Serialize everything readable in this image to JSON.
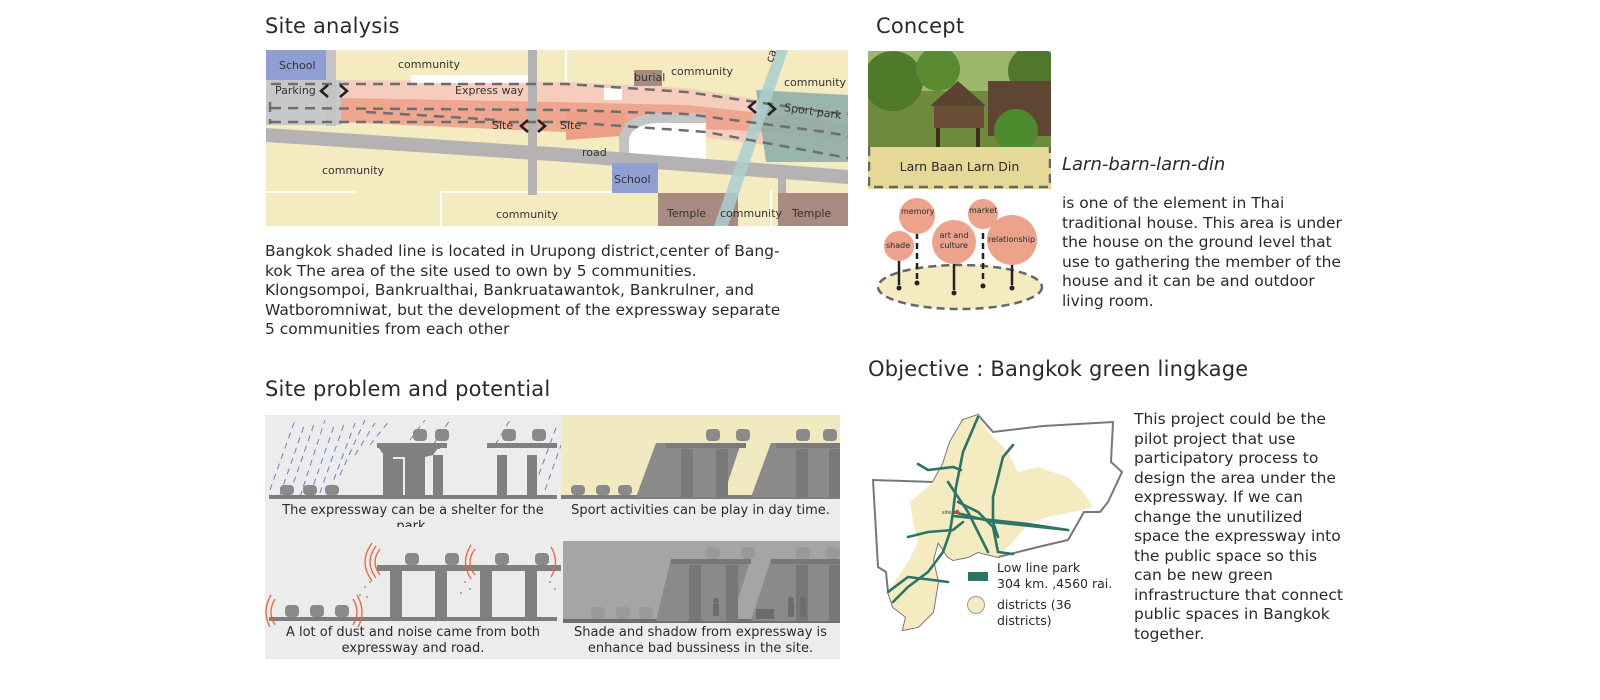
{
  "site_analysis": {
    "heading": "Site analysis",
    "map_labels": {
      "school_top": "School",
      "community_top_left": "community",
      "parking": "Parking",
      "express_way": "Express way",
      "burial": "burial",
      "community_top_mid": "community",
      "canal": "canal",
      "community_top_right": "community",
      "sport_park": "Sport park",
      "site_left": "Site",
      "site_right": "Site",
      "road": "road",
      "community_left": "community",
      "school_bottom": "School",
      "community_bottom": "community",
      "temple_left": "Temple",
      "community_bottom_right": "community",
      "temple_right": "Temple"
    },
    "description": "Bangkok shaded line is located in Urupong district,center of Bang-kok The area of the site used to own by 5 communities. Klongsompoi, Bankrualthai, Bankruatawantok, Bankrulner, and Watboromniwat, but the development of the expressway separate 5 communities from each other",
    "colors": {
      "community": "#f4ecc0",
      "school": "#8f9fd4",
      "road": "#b4b2b3",
      "site": "#ec9f86",
      "site_light": "#f6cdbd",
      "canal": "#a9cfcf",
      "sport_park": "#8fb0a8",
      "temple": "#a88a80"
    }
  },
  "site_problem": {
    "heading": "Site problem and potential",
    "panels": [
      {
        "caption": "The expressway can be a shelter for the park."
      },
      {
        "caption": "Sport activities can be play in day time."
      },
      {
        "caption": "A lot of dust and noise came from both expressway and road."
      },
      {
        "caption": "Shade and shadow from expressway is enhance bad bussiness in the site."
      }
    ]
  },
  "concept": {
    "heading": "Concept",
    "photo_label": "Larn Baan Larn Din",
    "term": "Larn-barn-larn-din",
    "description": "is one of the element in Thai traditional house. This area is under the house on the ground level that use to gathering the member of the house and it can be and outdoor living room.",
    "bubbles": [
      "memory",
      "market",
      "shade",
      "art and culture",
      "relationship"
    ]
  },
  "objective": {
    "heading": "Objective : Bangkok green lingkage",
    "description": "This project could be the pilot project that use participatory process to design the area under the expressway. If we can change the unutilized space the expressway into the public space so this can be new green infrastructure that connect public spaces in Bangkok together.",
    "map_site_label": "site",
    "legend": [
      {
        "label": "Low line park",
        "detail": "304 km. ,4560 rai.",
        "color": "#2c7465"
      },
      {
        "label": "districts (36 districts)",
        "detail": "",
        "color": "#f4ecc0"
      }
    ]
  }
}
